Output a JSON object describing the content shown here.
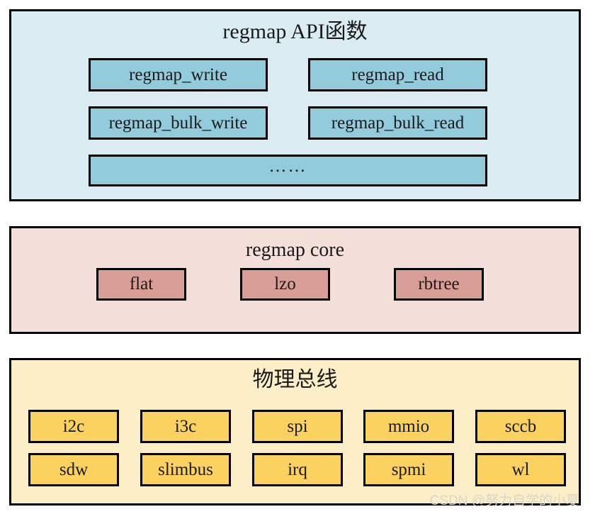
{
  "diagram": {
    "title_semantic": "regmap-architecture-layers",
    "colors": {
      "api_panel_bg": "#daecf2",
      "api_box_bg": "#92ccdc",
      "core_panel_bg": "#f4dfdb",
      "core_box_bg": "#d99e96",
      "bus_panel_bg": "#fcefc8",
      "bus_box_bg": "#fbd260",
      "border": "#000000",
      "watermark": "#d9d5cc"
    }
  },
  "layers": {
    "api": {
      "title": "regmap API函数",
      "boxes": [
        {
          "label": "regmap_write"
        },
        {
          "label": "regmap_read"
        },
        {
          "label": "regmap_bulk_write"
        },
        {
          "label": "regmap_bulk_read"
        }
      ],
      "more_label": "……"
    },
    "core": {
      "title": "regmap core",
      "boxes": [
        {
          "label": "flat"
        },
        {
          "label": "lzo"
        },
        {
          "label": "rbtree"
        }
      ]
    },
    "bus": {
      "title": "物理总线",
      "rows": [
        {
          "boxes": [
            {
              "label": "i2c"
            },
            {
              "label": "i3c"
            },
            {
              "label": "spi"
            },
            {
              "label": "mmio"
            },
            {
              "label": "sccb"
            }
          ]
        },
        {
          "boxes": [
            {
              "label": "sdw"
            },
            {
              "label": "slimbus"
            },
            {
              "label": "irq"
            },
            {
              "label": "spmi"
            },
            {
              "label": "wl"
            }
          ]
        }
      ]
    }
  },
  "watermark": {
    "text": "CSDN @努力自学的小夏"
  }
}
